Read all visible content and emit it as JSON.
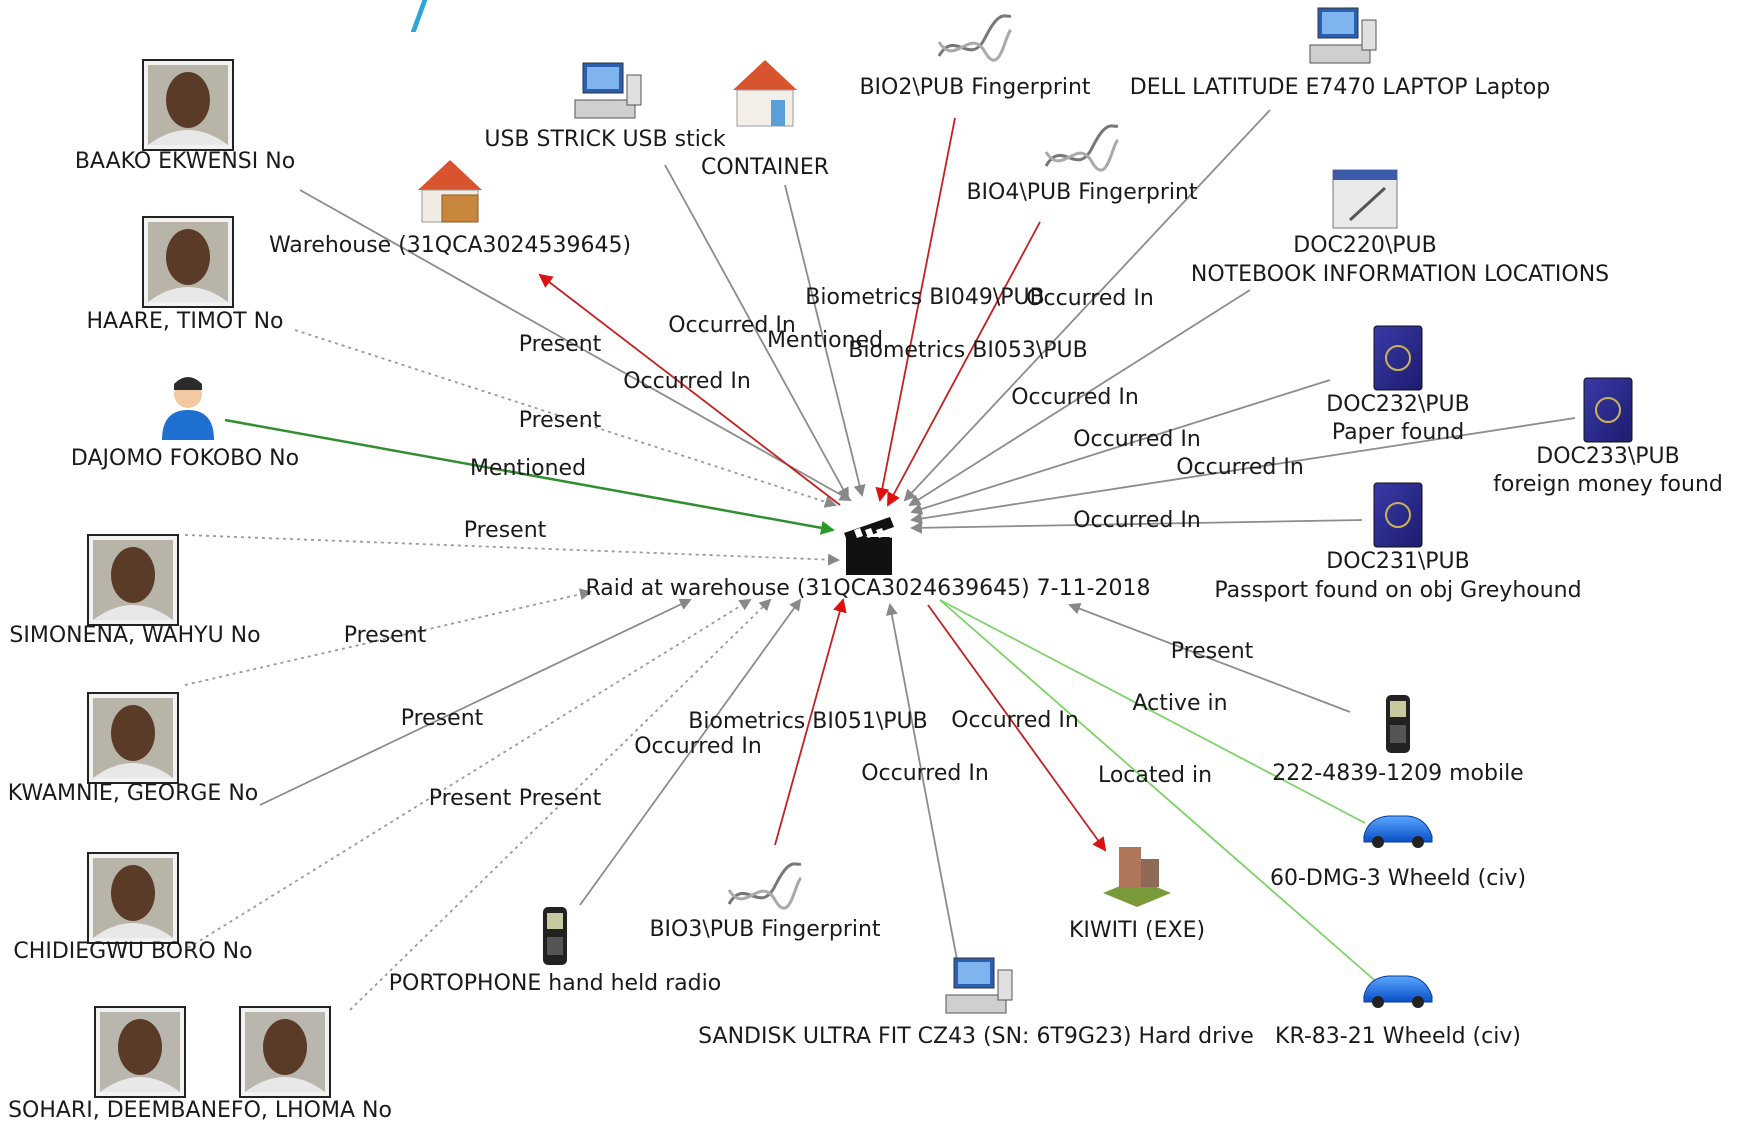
{
  "colors": {
    "edge_grey": "#888888",
    "edge_red": "#c0392b",
    "edge_green": "#3a9a3a",
    "edge_lightgreen": "#7fd36a",
    "edge_dotted": "#999999"
  },
  "center": {
    "label": "Raid at warehouse (31QCA3024639645) 7-11-2018",
    "icon": "clapperboard-icon"
  },
  "nodes": [
    {
      "id": "baako",
      "label": "BAAKO EKWENSI No",
      "icon": "person-photo-icon"
    },
    {
      "id": "haare",
      "label": "HAARE, TIMOT No",
      "icon": "person-photo-icon"
    },
    {
      "id": "dajomo",
      "label": "DAJOMO FOKOBO No",
      "icon": "person-icon"
    },
    {
      "id": "simonena",
      "label": "SIMONENA, WAHYU No",
      "icon": "person-photo-icon"
    },
    {
      "id": "kwamnie",
      "label": "KWAMNIE, GEORGE No",
      "icon": "person-photo-icon"
    },
    {
      "id": "chidiegwu",
      "label": "CHIDIEGWU BORO No",
      "icon": "person-photo-icon"
    },
    {
      "id": "sohari",
      "label": "SOHARI, DEEMBANEFO, LHOMA No",
      "icon": "person-photo-pair-icon"
    },
    {
      "id": "warehouse",
      "label": "Warehouse (31QCA3024539645)",
      "icon": "warehouse-icon"
    },
    {
      "id": "usb",
      "label": "USB STRICK USB stick",
      "icon": "computer-icon"
    },
    {
      "id": "container",
      "label": "CONTAINER",
      "icon": "building-icon"
    },
    {
      "id": "bio2",
      "label": "BIO2\\PUB Fingerprint",
      "icon": "dna-icon"
    },
    {
      "id": "bio4",
      "label": "BIO4\\PUB Fingerprint",
      "icon": "dna-icon"
    },
    {
      "id": "dell",
      "label": "DELL LATITUDE E7470 LAPTOP Laptop",
      "icon": "computer-icon"
    },
    {
      "id": "doc220",
      "label": "DOC220\\PUB",
      "label2": "NOTEBOOK INFORMATION LOCATIONS",
      "icon": "notebook-icon"
    },
    {
      "id": "doc232",
      "label": "DOC232\\PUB",
      "label2": "Paper found",
      "icon": "passport-icon"
    },
    {
      "id": "doc233",
      "label": "DOC233\\PUB",
      "label2": "foreign money found",
      "icon": "passport-icon"
    },
    {
      "id": "doc231",
      "label": "DOC231\\PUB",
      "label2": "Passport found on obj Greyhound",
      "icon": "passport-icon"
    },
    {
      "id": "mobile",
      "label": "222-4839-1209 mobile",
      "icon": "mobile-phone-icon"
    },
    {
      "id": "car1",
      "label": "60-DMG-3 Wheeld (civ)",
      "icon": "car-icon"
    },
    {
      "id": "car2",
      "label": "KR-83-21 Wheeld (civ)",
      "icon": "car-icon"
    },
    {
      "id": "kiwiti",
      "label": "KIWITI (EXE)",
      "icon": "city-building-icon"
    },
    {
      "id": "sandisk",
      "label": "SANDISK ULTRA FIT CZ43 (SN: 6T9G23) Hard drive",
      "icon": "computer-icon"
    },
    {
      "id": "bio3",
      "label": "BIO3\\PUB Fingerprint",
      "icon": "dna-icon"
    },
    {
      "id": "portophone",
      "label": "PORTOPHONE hand held radio",
      "icon": "radio-handset-icon"
    }
  ],
  "floating_labels": [
    {
      "id": "bio049",
      "text": "Biometrics BI049\\PUB"
    },
    {
      "id": "bio053",
      "text": "Biometrics BI053\\PUB"
    },
    {
      "id": "bio051",
      "text": "Biometrics BI051\\PUB"
    }
  ],
  "edges": [
    {
      "from": "baako",
      "label": "Present",
      "style": "grey"
    },
    {
      "from": "haare",
      "label": "Present",
      "style": "dotted"
    },
    {
      "from": "dajomo",
      "label": "Mentioned",
      "style": "green"
    },
    {
      "from": "simonena_top",
      "label": "Present",
      "style": "dotted"
    },
    {
      "from": "simonena",
      "label": "Present",
      "style": "dotted"
    },
    {
      "from": "kwamnie",
      "label": "Present",
      "style": "grey"
    },
    {
      "from": "chidiegwu",
      "label": "Present",
      "style": "dotted"
    },
    {
      "from": "sohari",
      "label": "Present",
      "style": "dotted"
    },
    {
      "from": "warehouse",
      "label": "Occurred In",
      "style": "red"
    },
    {
      "from": "usb",
      "label": "Occurred In",
      "style": "grey"
    },
    {
      "from": "container",
      "label": "Mentioned",
      "style": "grey"
    },
    {
      "from": "bio2",
      "label": "",
      "style": "red"
    },
    {
      "from": "bio4",
      "label": "",
      "style": "red"
    },
    {
      "from": "dell",
      "label": "Occurred In",
      "style": "grey"
    },
    {
      "from": "doc220",
      "label": "Occurred In",
      "style": "grey"
    },
    {
      "from": "doc232",
      "label": "Occurred In",
      "style": "grey"
    },
    {
      "from": "doc233",
      "label": "Occurred In",
      "style": "grey"
    },
    {
      "from": "doc231",
      "label": "Occurred In",
      "style": "grey"
    },
    {
      "from": "mobile",
      "label": "Present",
      "style": "grey"
    },
    {
      "from": "car1",
      "label": "Active in",
      "style": "lightgreen"
    },
    {
      "from": "car2",
      "label": "Located in",
      "style": "lightgreen"
    },
    {
      "from": "kiwiti",
      "label": "Occurred In",
      "style": "red"
    },
    {
      "from": "sandisk",
      "label": "Occurred In",
      "style": "grey"
    },
    {
      "from": "bio3",
      "label": "",
      "style": "red"
    },
    {
      "from": "portophone",
      "label": "Occurred In",
      "style": "grey"
    }
  ]
}
